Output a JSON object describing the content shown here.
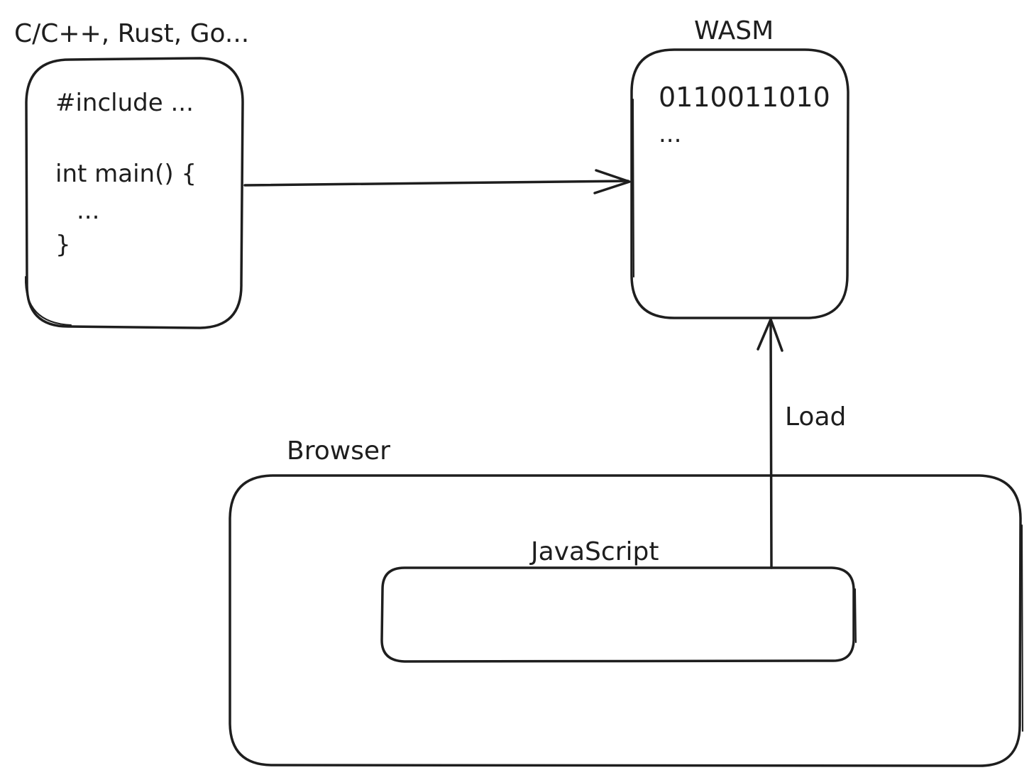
{
  "source": {
    "title": "C/C++, Rust, Go...",
    "code_lines": [
      "#include ...",
      "",
      "int main() {",
      "...",
      "}"
    ]
  },
  "wasm": {
    "title": "WASM",
    "content_lines": [
      "0110011010",
      "..."
    ]
  },
  "browser": {
    "title": "Browser"
  },
  "javascript": {
    "title": "JavaScript"
  },
  "edges": {
    "load_label": "Load"
  },
  "colors": {
    "stroke": "#1e1e1e",
    "background": "#ffffff"
  }
}
